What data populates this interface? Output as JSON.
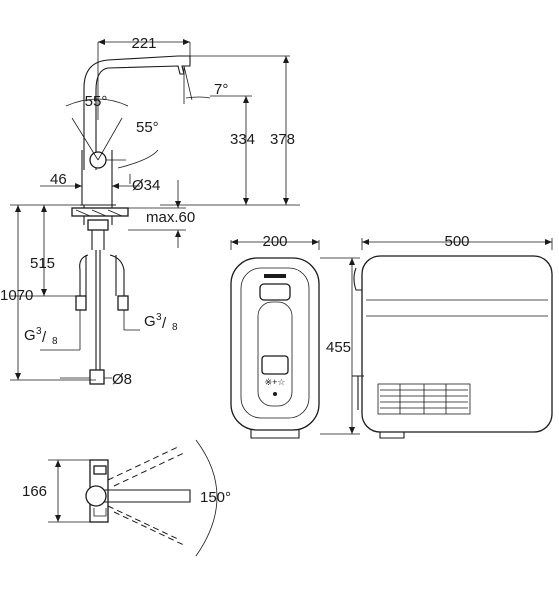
{
  "dimensions": {
    "spout_reach": "221",
    "swivel_angle_top": "55°",
    "spout_tilt": "7°",
    "lever_angle": "55°",
    "height_334": "334",
    "height_378": "378",
    "base_offset": "46",
    "base_diameter": "Ø34",
    "max_thickness": "max.60",
    "hose_515": "515",
    "total_1070": "1070",
    "thread_left": "G",
    "thread_right": "G",
    "thread_frac": "3/8",
    "thread_num": "3",
    "thread_den": "8",
    "pipe_diameter": "Ø8",
    "chiller_width": "200",
    "chiller_height": "455",
    "chiller_depth": "500",
    "top_view_166": "166",
    "rotation_angle": "150°"
  },
  "chiller_panel": {
    "indicator_label": "※+☆"
  }
}
